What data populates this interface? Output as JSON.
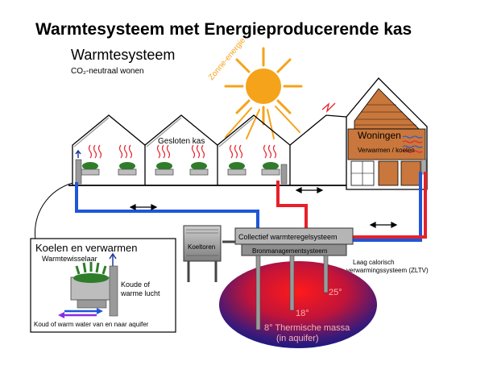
{
  "title": "Warmtesysteem met Energieproducerende kas",
  "subtitle": "Warmtesysteem",
  "subtitle_note": "CO₂-neutraal wonen",
  "sun_label": "Zonne-energie",
  "greenhouse_label": "Gesloten kas",
  "housing": {
    "title": "Woningen",
    "subtitle": "Verwarmen / koelen"
  },
  "cooling_tower_label": "Koeltoren",
  "central_unit_label": "Collectief warmteregelsysteem",
  "source_management_label": "Bronmanagementsysteem",
  "zltv_label_line1": "Laag calorisch",
  "zltv_label_line2": "verwarmingssysteem (ZLTV)",
  "aquifer": {
    "temp_warm": "25°",
    "temp_mid": "18°",
    "temp_cold_label": "8° Thermische massa",
    "location": "(in aquifer)"
  },
  "inset": {
    "title": "Koelen en verwarmen",
    "exchanger_label": "Warmtewisselaar",
    "air_label_line1": "Koude of",
    "air_label_line2": "warme lucht",
    "water_label": "Koud of warm water van en naar aquifer"
  },
  "colors": {
    "warm_pipe": "#e8202a",
    "cold_pipe": "#1e56d8",
    "sun": "#f5a31a",
    "roof_tiles": "#c9773c",
    "plant": "#2f7d2a"
  }
}
